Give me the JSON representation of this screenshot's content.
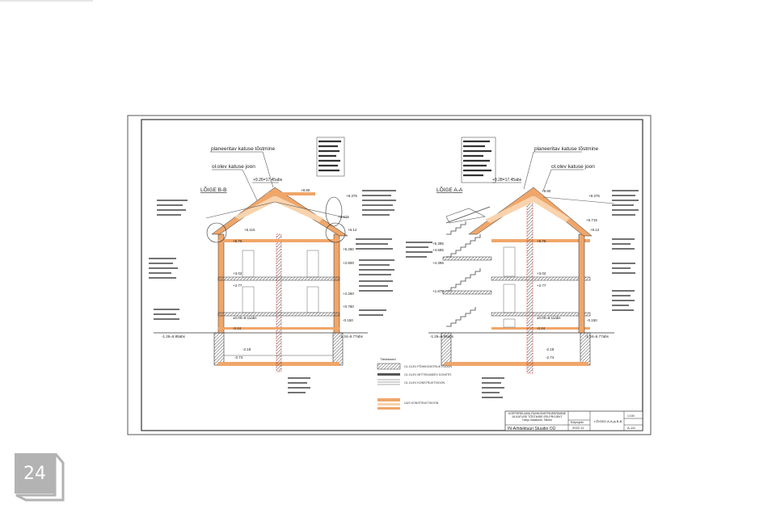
{
  "page": {
    "number": "24"
  },
  "drawing": {
    "section_bb": {
      "title": "LÕIGE B-B",
      "note_roof_raise": "planeeritav katuse tõstmine",
      "note_existing_roof": "ol.olev katuse joon",
      "ridge_level": "+9.26=17.45abs",
      "levels": [
        "+8.80",
        "+8.375",
        "+6.915",
        "+6.115",
        "+6.12",
        "+5.76",
        "+5.280",
        "+2.800",
        "+3.02",
        "+2.77",
        "+2.260",
        "+0.780",
        "±0.00=8.11abs",
        "-0.150",
        "-0.24",
        "-1.26=6.85abs",
        "-1.34=6.77abs",
        "-2.18",
        "-2.74"
      ]
    },
    "section_aa": {
      "title": "LÕIGE A-A",
      "note_roof_raise": "planeeritav katuse tõstmine",
      "note_existing_roof": "ol.olev katuse joon",
      "ridge_level": "+9.28=17.45abs",
      "levels": [
        "+8.80",
        "+8.375",
        "+6.715",
        "+6.12",
        "+5.76",
        "+5.385",
        "+4.685",
        "+4.395",
        "+1.875",
        "+3.02",
        "+2.77",
        "±0.00=8.11abs",
        "-0.150",
        "-0.24",
        "-1.26=6.85abs",
        "-1.34=6.77abs",
        "-2.18",
        "-2.74"
      ]
    },
    "legend": {
      "title": "Tähistused",
      "items": [
        "OL.OLEV PÕHIKONSTRUKTSIOON",
        "OL.OLEV MITTEKANDEV KONSTR.",
        "OL.OLEV KONSTRUKTSIOON",
        "UUS KONSTRUKTSIOON"
      ]
    },
    "title_block": {
      "project": "KORTERELAMU RÜHKONSTRUEERIMINE JA KATUSE TÕSTMISE EELPROJEKT",
      "address": "Harju maakond, Tallinn",
      "company": "IN-Arhitektuuri Stuudio OÜ",
      "stage": "Eelprojekt",
      "sheet_title": "LÕIGED A-A ja B-B",
      "scale": "1:100",
      "date": "2022-11",
      "sheet_no": "A-111"
    },
    "colors": {
      "new_construction": "#f0a66a",
      "new_light": "#f8d3ad",
      "line": "#222222"
    }
  }
}
